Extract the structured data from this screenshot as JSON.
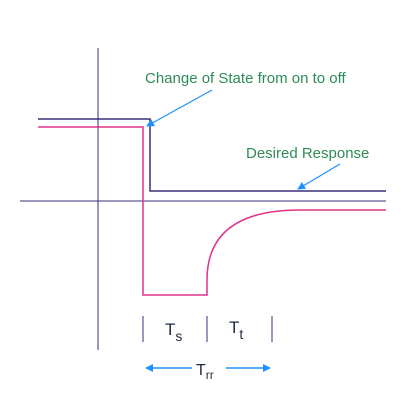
{
  "annotations": {
    "change_of_state": "Change of State from on to off",
    "desired_response": "Desired Response"
  },
  "intervals": {
    "ts": {
      "main": "T",
      "sub": "s"
    },
    "tt": {
      "main": "T",
      "sub": "t"
    },
    "trr": {
      "main": "T",
      "sub": "rr"
    }
  },
  "colors": {
    "desired_response": "#3a2e7a",
    "actual_response": "#e0338a",
    "axes": "#3a2e7a",
    "annotation_text": "#2e8b57",
    "arrow": "#1e90ff",
    "label_text": "#1f2a44"
  }
}
